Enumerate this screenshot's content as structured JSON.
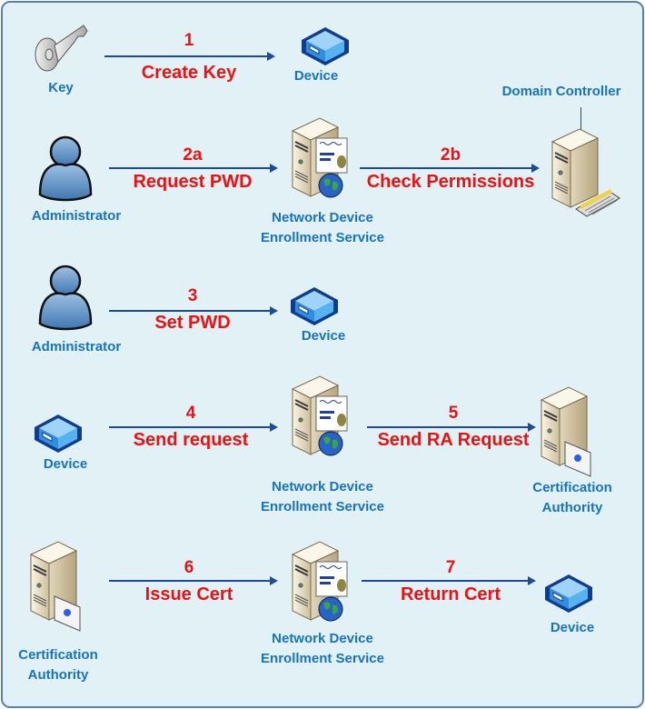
{
  "colors": {
    "background": "#e2f1f6",
    "border": "#5b7fb5",
    "label": "#1573c1",
    "step": "#ee1111",
    "arrow": "#1b4b9c"
  },
  "rows": [
    {
      "from": {
        "icon": "key-icon",
        "label": "Key"
      },
      "steps": [
        {
          "number": "1",
          "action": "Create Key",
          "to": {
            "icon": "device-icon",
            "label": "Device"
          }
        }
      ]
    },
    {
      "from": {
        "icon": "administrator-icon",
        "label": "Administrator"
      },
      "steps": [
        {
          "number": "2a",
          "action": "Request PWD",
          "to": {
            "icon": "ndes-server-icon",
            "label": "Network Device\nEnrollment Service"
          }
        },
        {
          "number": "2b",
          "action": "Check Permissions",
          "to": {
            "icon": "domain-controller-icon",
            "label": "Domain Controller"
          }
        }
      ]
    },
    {
      "from": {
        "icon": "administrator-icon",
        "label": "Administrator"
      },
      "steps": [
        {
          "number": "3",
          "action": "Set PWD",
          "to": {
            "icon": "device-icon",
            "label": "Device"
          }
        }
      ]
    },
    {
      "from": {
        "icon": "device-icon",
        "label": "Device"
      },
      "steps": [
        {
          "number": "4",
          "action": "Send request",
          "to": {
            "icon": "ndes-server-icon",
            "label": "Network Device\nEnrollment Service"
          }
        },
        {
          "number": "5",
          "action": "Send RA Request",
          "to": {
            "icon": "certification-authority-icon",
            "label": "Certification\nAuthority"
          }
        }
      ]
    },
    {
      "from": {
        "icon": "certification-authority-icon",
        "label": "Certification\nAuthority"
      },
      "steps": [
        {
          "number": "6",
          "action": "Issue Cert",
          "to": {
            "icon": "ndes-server-icon",
            "label": "Network Device\nEnrollment Service"
          }
        },
        {
          "number": "7",
          "action": "Return Cert",
          "to": {
            "icon": "device-icon",
            "label": "Device"
          }
        }
      ]
    }
  ]
}
